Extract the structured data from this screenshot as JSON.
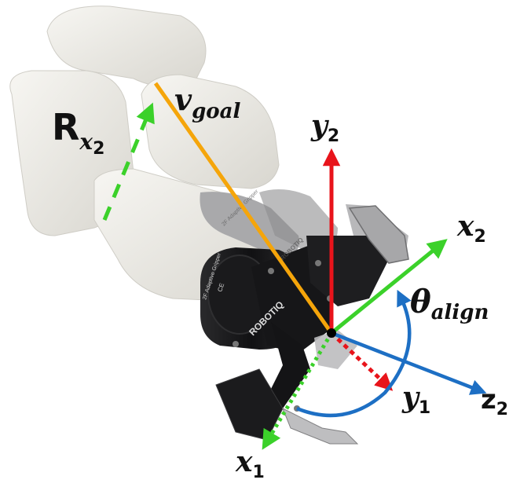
{
  "figure": {
    "labels": {
      "r_x2": {
        "main": "R",
        "sub": "x",
        "sub2": "2"
      },
      "v_goal": {
        "main": "v",
        "sub": "goal"
      },
      "y2": {
        "main": "y",
        "sub": "2"
      },
      "x2": {
        "main": "x",
        "sub": "2"
      },
      "theta_align": {
        "main": "θ",
        "sub": "align"
      },
      "y1": {
        "main": "y",
        "sub": "1"
      },
      "z2": {
        "main": "z",
        "sub": "2"
      },
      "x1": {
        "main": "x",
        "sub": "1"
      }
    },
    "gripper_text": {
      "brand": "ROBOTIQ",
      "model": "2F Adaptive Gripper",
      "ce": "CE"
    },
    "colors": {
      "red": "#e8141b",
      "green": "#3bd12a",
      "blue": "#1d6fc4",
      "orange": "#f5a50a",
      "arm_white": "#ecebe6",
      "gripper_black": "#1c1c1e",
      "metal": "#b9b9bb"
    }
  }
}
